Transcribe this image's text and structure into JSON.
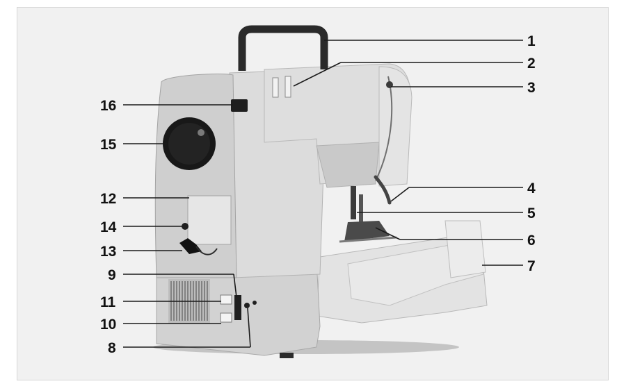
{
  "colors": {
    "background": "#f1f1f1",
    "machine_body": "#d9d9d9",
    "machine_shadow": "#a9a9a9",
    "dark_parts": "#1b1b1b",
    "leader_lines": "#1a1a1a"
  },
  "callouts": [
    {
      "label": "1",
      "side": "right"
    },
    {
      "label": "2",
      "side": "right"
    },
    {
      "label": "3",
      "side": "right"
    },
    {
      "label": "4",
      "side": "right"
    },
    {
      "label": "5",
      "side": "right"
    },
    {
      "label": "6",
      "side": "right"
    },
    {
      "label": "7",
      "side": "right"
    },
    {
      "label": "8",
      "side": "left"
    },
    {
      "label": "9",
      "side": "left"
    },
    {
      "label": "10",
      "side": "left"
    },
    {
      "label": "11",
      "side": "left"
    },
    {
      "label": "12",
      "side": "left"
    },
    {
      "label": "13",
      "side": "left"
    },
    {
      "label": "14",
      "side": "left"
    },
    {
      "label": "15",
      "side": "left"
    },
    {
      "label": "16",
      "side": "left"
    }
  ]
}
